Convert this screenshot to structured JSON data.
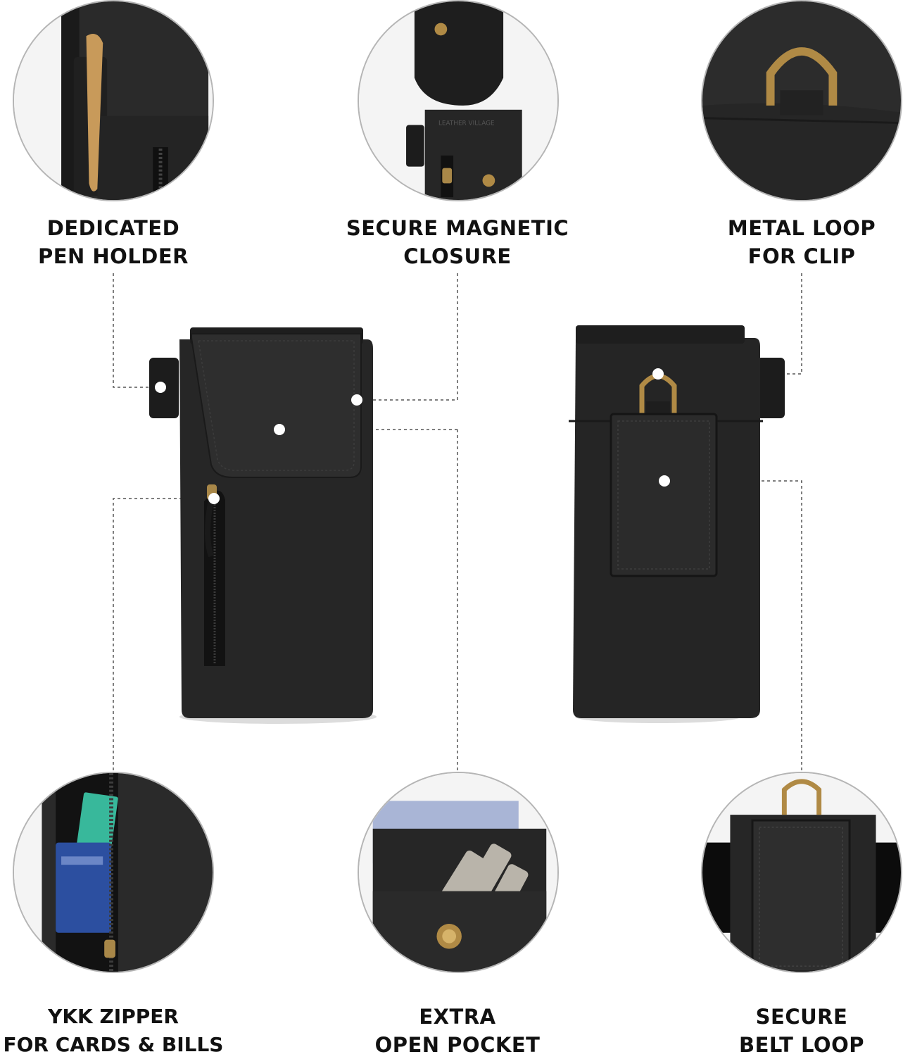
{
  "features": [
    {
      "id": "pen-holder",
      "lines": [
        "DEDICATED",
        "PEN HOLDER"
      ]
    },
    {
      "id": "magnetic-closure",
      "lines": [
        "SECURE MAGNETIC",
        "CLOSURE"
      ]
    },
    {
      "id": "metal-loop",
      "lines": [
        "METAL LOOP",
        "FOR CLIP"
      ]
    },
    {
      "id": "ykk-zipper",
      "lines": [
        "YKK ZIPPER",
        "FOR CARDS & BILLS"
      ]
    },
    {
      "id": "open-pocket",
      "lines": [
        "EXTRA",
        "OPEN POCKET"
      ]
    },
    {
      "id": "belt-loop",
      "lines": [
        "SECURE",
        "BELT LOOP"
      ]
    }
  ],
  "product_stamp": "LEATHER VILLAGE",
  "colors": {
    "leather": "#262626",
    "leather_dark": "#141414",
    "brass": "#b08a45",
    "leader_line": "#555555",
    "label_text": "#111111"
  }
}
